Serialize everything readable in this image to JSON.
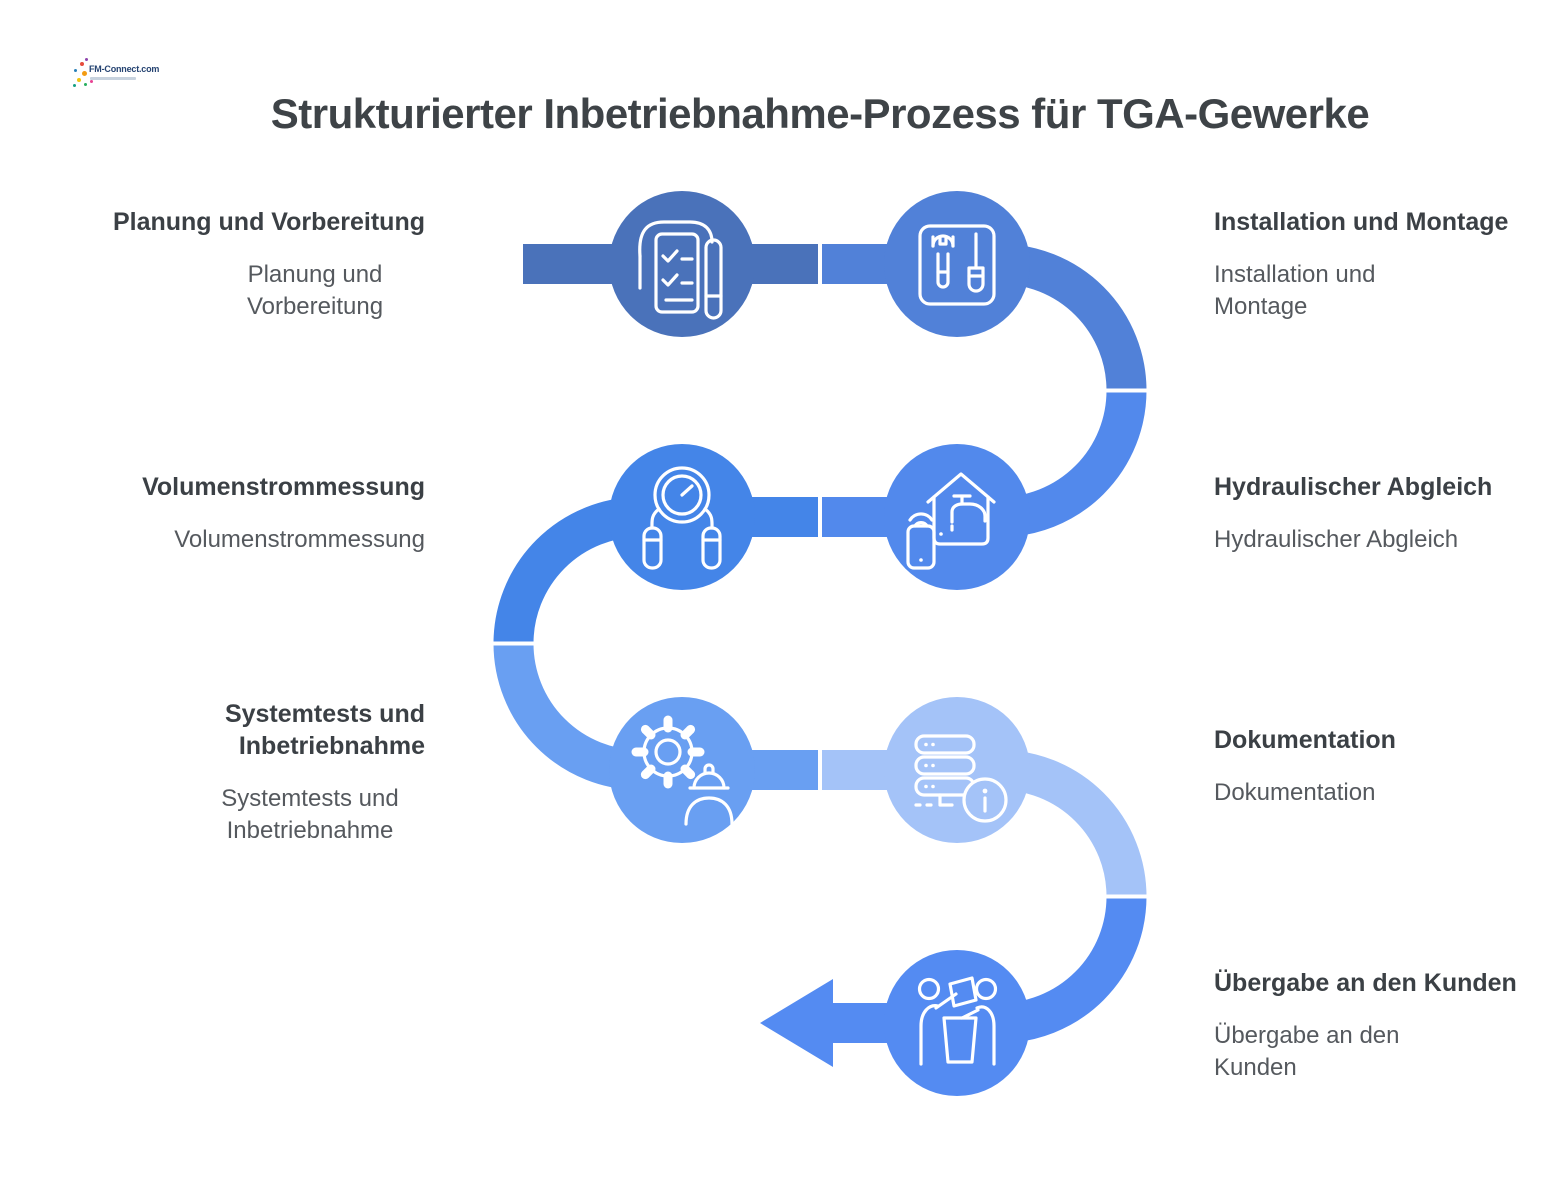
{
  "logo": {
    "text": "FM-Connect.com"
  },
  "title": "Strukturierter Inbetriebnahme-Prozess für TGA-Gewerke",
  "steps": [
    {
      "heading": "Planung und Vorbereitung",
      "description": "Planung und Vorbereitung",
      "side": "left",
      "color": "#4a72ba",
      "icon": "document-checklist-pen-icon"
    },
    {
      "heading": "Installation und Montage",
      "description": "Installation und Montage",
      "side": "right",
      "color": "#5181d8",
      "icon": "wrench-screwdriver-icon"
    },
    {
      "heading": "Hydraulischer Abgleich",
      "description": "Hydraulischer Abgleich",
      "side": "right",
      "color": "#5289ec",
      "icon": "house-faucet-smartphone-icon"
    },
    {
      "heading": "Volumenstrommessung",
      "description": "Volumenstrommessung",
      "side": "left",
      "color": "#4485e8",
      "icon": "flow-gauge-icon"
    },
    {
      "heading": "Systemtests und Inbetriebnahme",
      "description": "Systemtests und Inbetriebnahme",
      "side": "left",
      "color": "#699ff2",
      "icon": "gear-technician-icon"
    },
    {
      "heading": "Dokumentation",
      "description": "Dokumentation",
      "side": "right",
      "color": "#a4c3f8",
      "icon": "server-info-icon"
    },
    {
      "heading": "Übergabe an den Kunden",
      "description": "Übergabe an den Kunden",
      "side": "right",
      "color": "#548bf2",
      "icon": "handover-icon"
    }
  ],
  "flow": {
    "shape": "snake",
    "end_arrow_direction": "left"
  },
  "colors": {
    "background": "#ffffff",
    "title_text": "#3e4347",
    "heading_text": "#3b4045",
    "description_text": "#55595e",
    "icon_stroke": "#ffffff"
  }
}
